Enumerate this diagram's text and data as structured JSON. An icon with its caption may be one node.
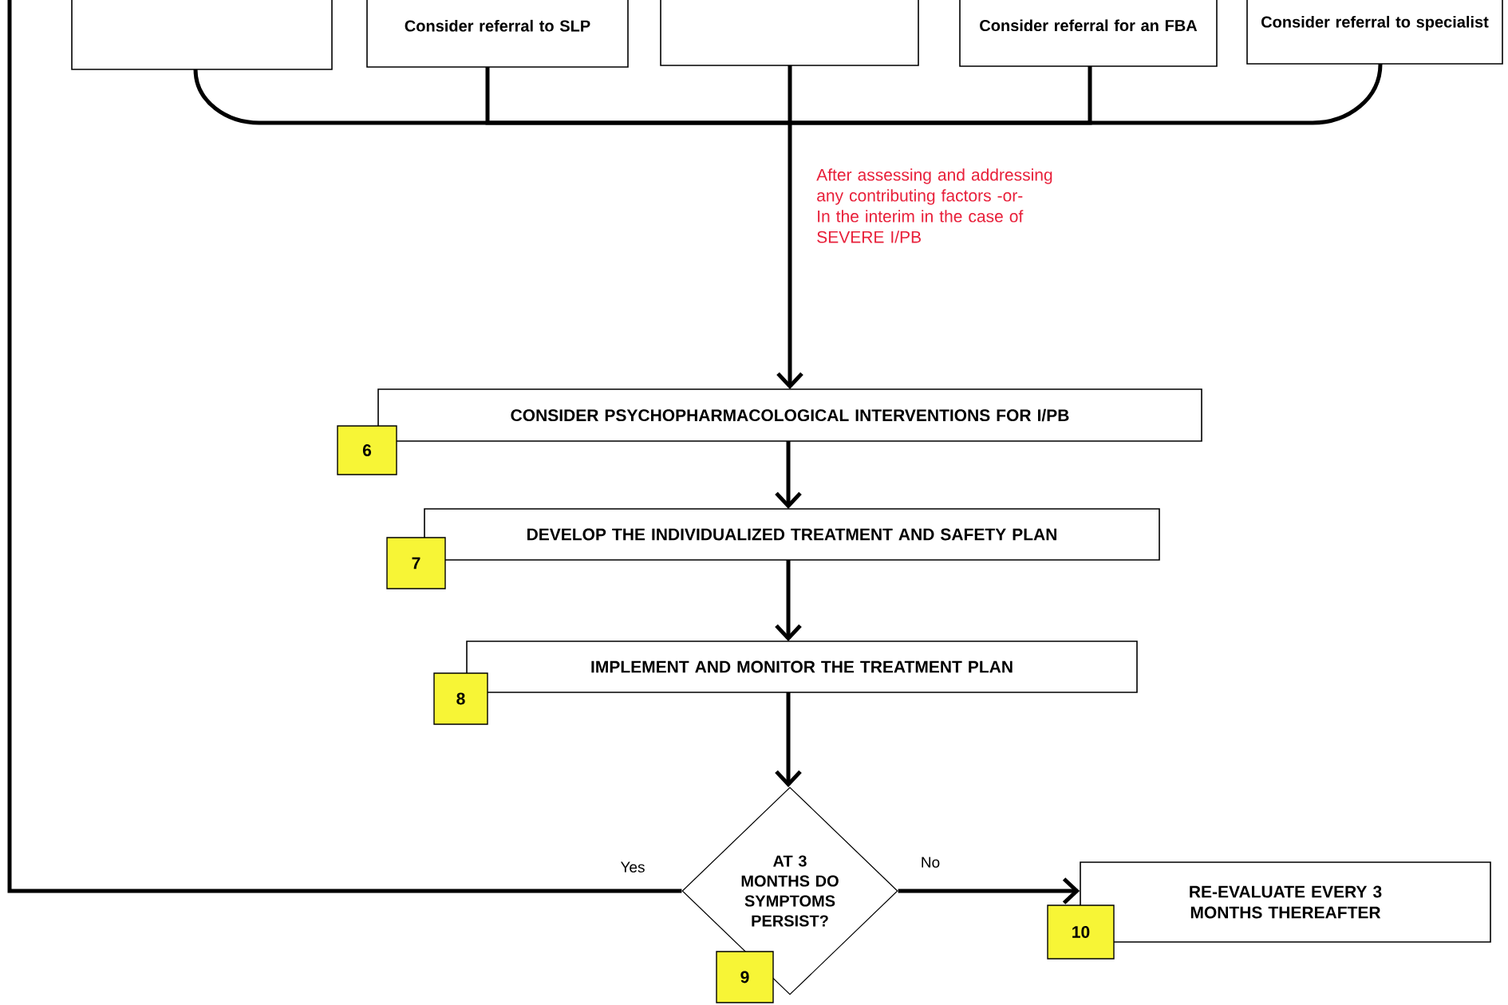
{
  "diagram": {
    "nodes": [
      {
        "text": [],
        "shape": "box"
      },
      {
        "text": [
          "Consider referral to SLP"
        ]
      },
      {
        "text": [],
        "shape": "box"
      },
      {
        "text": [
          "Consider referral for an FBA"
        ]
      },
      {
        "text": [
          "Consider referral to specialist"
        ]
      },
      {
        "text": [
          "CONSIDER PSYCHOPHARMACOLOGICAL INTERVENTIONS FOR I/PB"
        ]
      },
      {
        "text": [
          "6"
        ]
      },
      {
        "text": [
          "DEVELOP THE INDIVIDUALIZED TREATMENT AND SAFETY PLAN"
        ]
      },
      {
        "text": [
          "7"
        ]
      },
      {
        "text": [
          "IMPLEMENT AND MONITOR THE TREATMENT PLAN"
        ]
      },
      {
        "text": [
          "8"
        ]
      },
      {
        "text": [
          "AT 3 MONTHS DO SYMPTOMS PERSIST?"
        ]
      },
      {
        "text": [
          "9"
        ]
      },
      {
        "text": [
          "RE-EVALUATE EVERY 3 MONTHS THEREAFTER"
        ]
      },
      {
        "text": [
          "10"
        ]
      }
    ],
    "edges": [
      {
        "from": 0,
        "to": 5,
        "arrow": "to"
      },
      {
        "from": 1,
        "to": 5,
        "arrow": "to"
      },
      {
        "from": 2,
        "to": 5,
        "arrow": "to",
        "label": "After assessing and addressing any contributing factors -or- In the interim in the case of SEVERE I/PB"
      },
      {
        "from": 3,
        "to": 5,
        "arrow": "to"
      },
      {
        "from": 4,
        "to": 5,
        "arrow": "to"
      },
      {
        "from": 5,
        "to": 7,
        "arrow": "to"
      },
      {
        "from": 7,
        "to": 9,
        "arrow": "to"
      },
      {
        "from": 9,
        "to": 11,
        "arrow": "to"
      },
      {
        "from": 11,
        "to": 13,
        "arrow": "to",
        "label": "No"
      },
      {
        "from": 11,
        "to": null,
        "arrow": "none",
        "label": "Yes"
      }
    ]
  }
}
